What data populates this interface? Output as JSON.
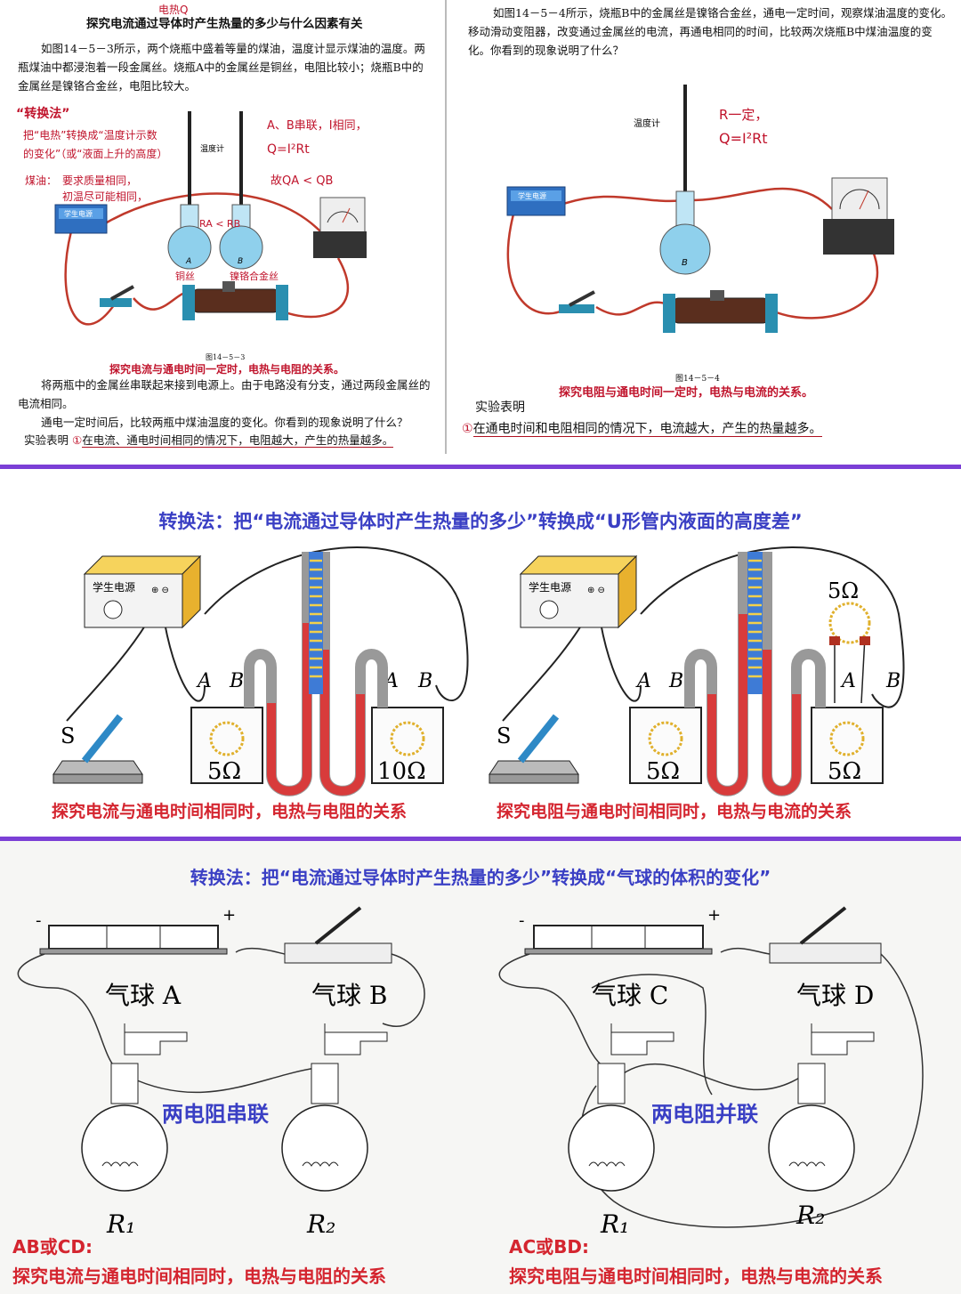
{
  "panel1": {
    "hand_title_note": "电热Q",
    "title": "探究电流通过导体时产生热量的多少与什么因素有关",
    "para": "如图14－5－3所示，两个烧瓶中盛着等量的煤油，温度计显示煤油的温度。两瓶煤油中都浸泡着一段金属丝。烧瓶A中的金属丝是铜丝，电阻比较小；烧瓶B中的金属丝是镍铬合金丝，电阻比较大。",
    "note_method": "“转换法”",
    "note_convert_1": "把“电热”转换成“温度计示数",
    "note_convert_2": "的变化”（或“液面上升的高度）",
    "note_kerosene_label": "煤油：",
    "note_kerosene_1": "要求质量相同，",
    "note_kerosene_2": "初温尽可能相同，",
    "thermometer_label": "温度计",
    "power_label": "学生电源",
    "ra_rb": "RA < RB",
    "flask_a": "A",
    "flask_b": "B",
    "copper": "铜丝",
    "nichrome": "镍铬合金丝",
    "note_series": "A、B串联，I相同，",
    "note_formula": "Q=I²Rt",
    "note_compare": "故QA < QB",
    "fig_label": "图14－5－3",
    "hand_caption": "探究电流与通电时间一定时，电热与电阻的关系。",
    "text_1": "将两瓶中的金属丝串联起来接到电源上。由于电路没有分支，通过两段金属丝的电流相同。",
    "text_2": "通电一定时间后，比较两瓶中煤油温度的变化。你看到的现象说明了什么？",
    "conclusion_prefix": "实验表明",
    "conclusion_num": "①",
    "conclusion": "在电流、通电时间相同的情况下，电阻越大，产生的热量越多。"
  },
  "panel2": {
    "para": "如图14－5－4所示，烧瓶B中的金属丝是镍铬合金丝，通电一定时间，观察煤油温度的变化。移动滑动变阻器，改变通过金属丝的电流，再通电相同的时间，比较两次烧瓶B中煤油温度的变化。你看到的现象说明了什么？",
    "thermometer_label": "温度计",
    "power_label": "学生电源",
    "note_r": "R一定，",
    "note_formula": "Q=I²Rt",
    "flask_b": "B",
    "fig_label": "图14－5－4",
    "hand_caption": "探究电阻与通电时间一定时，电热与电流的关系。",
    "conclusion_title": "实验表明",
    "conclusion_num": "①",
    "conclusion": "在通电时间和电阻相同的情况下，电流越大，产生的热量越多。"
  },
  "panel3": {
    "title": "转换法：把“电流通过导体时产生热量的多少”转换成“U形管内液面的高度差”",
    "power_label": "学生电源",
    "switch_label": "S",
    "left": {
      "a": "A",
      "b": "B",
      "r1": "5Ω",
      "r2": "10Ω",
      "caption": "探究电流与通电时间相同时，电热与电阻的关系"
    },
    "right": {
      "a": "A",
      "b": "B",
      "r1": "5Ω",
      "r2": "5Ω",
      "r_ext": "5Ω",
      "caption": "探究电阻与通电时间相同时，电热与电流的关系"
    }
  },
  "panel4": {
    "title": "转换法：把“电流通过导体时产生热量的多少”转换成“气球的体积的变化”",
    "minus": "-",
    "plus": "+",
    "left": {
      "balloon_1": "气球 A",
      "balloon_2": "气球 B",
      "r1": "R₁",
      "r2": "R₂",
      "mode": "两电阻串联",
      "combo": "AB或CD:",
      "caption": "探究电流与通电时间相同时，电热与电阻的关系"
    },
    "right": {
      "balloon_1": "气球 C",
      "balloon_2": "气球 D",
      "r1": "R₁",
      "r2": "R₂",
      "mode": "两电阻并联",
      "combo": "AC或BD:",
      "caption": "探究电阻与通电时间相同时，电热与电流的关系"
    }
  },
  "colors": {
    "divider": "#7b3fd6",
    "title_blue": "#3a3fc4",
    "caption_red": "#d4252f",
    "handwriting_red": "#c0142c",
    "wire_red": "#c0392b",
    "flask_blue": "#8fd0ec",
    "power_supply_blue": "#2f6fc0",
    "u_tube_liquid": "#d83b3b"
  }
}
